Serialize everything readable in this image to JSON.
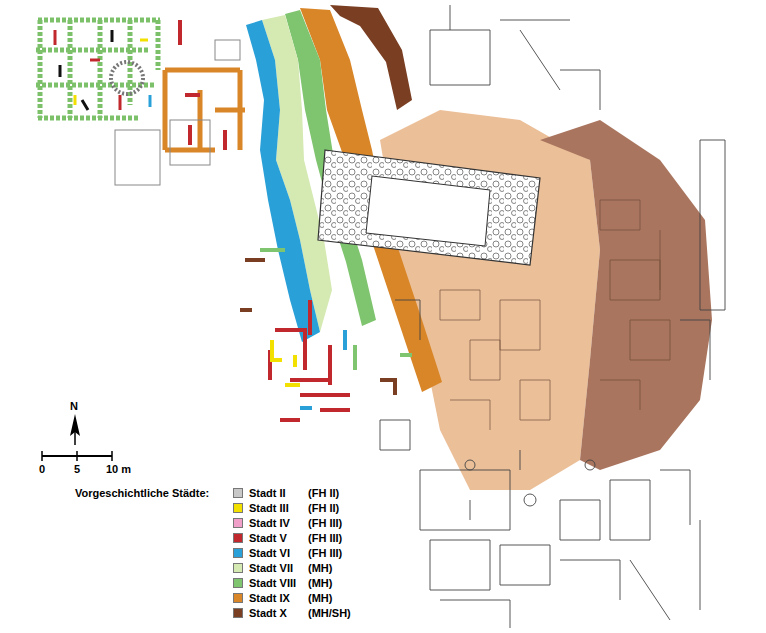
{
  "diagram": {
    "labels": [
      "N",
      "0",
      "5",
      "10 m",
      "Vorgeschichtliche Städte:",
      "(FH II)",
      "(FH II)",
      "(FH III)",
      "(FH III)",
      "(FH III)",
      "(MH)",
      "(MH)",
      "(MH)",
      "(MH/SH)"
    ],
    "legend": [
      {
        "text": "Stadt II",
        "color": "#c8c8c8"
      },
      {
        "text": "Stadt III",
        "color": "#f2e000"
      },
      {
        "text": "Stadt IV",
        "color": "#f0a0c8"
      },
      {
        "text": "Stadt V",
        "color": "#c0282d"
      },
      {
        "text": "Stadt VI",
        "color": "#2aa0d8"
      },
      {
        "text": "Stadt VII",
        "color": "#d5e9b2"
      },
      {
        "text": "Stadt VIII",
        "color": "#7fc46e"
      },
      {
        "text": "Stadt IX",
        "color": "#d98628"
      },
      {
        "text": "Stadt X",
        "color": "#7a3e22"
      }
    ]
  }
}
